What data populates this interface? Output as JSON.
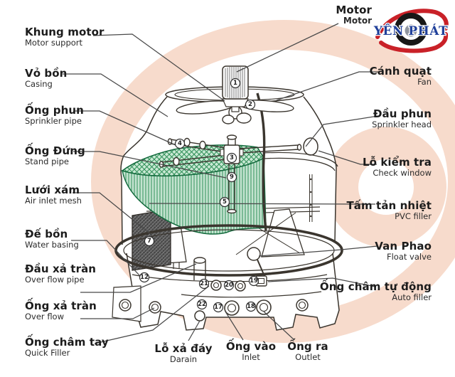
{
  "logo": {
    "text": "YÊN PHÁT",
    "blue": "#20409a",
    "red": "#c92128"
  },
  "labels": {
    "top": {
      "vi": "Motor",
      "en": "Motor"
    },
    "left": [
      {
        "vi": "Khung motor",
        "en": "Motor support"
      },
      {
        "vi": "Vỏ bồn",
        "en": "Casing"
      },
      {
        "vi": "Ống phun",
        "en": "Sprinkler pipe"
      },
      {
        "vi": "Ống Đứng",
        "en": "Stand pipe"
      },
      {
        "vi": "Lưới xám",
        "en": "Air inlet mesh"
      },
      {
        "vi": "Đế bồn",
        "en": "Water basing"
      },
      {
        "vi": "Đầu xả tràn",
        "en": "Over flow pipe"
      },
      {
        "vi": "Ống xả tràn",
        "en": "Over flow"
      },
      {
        "vi": "Ống châm tay",
        "en": "Quick Filler"
      }
    ],
    "right": [
      {
        "vi": "Cánh quạt",
        "en": "Fan"
      },
      {
        "vi": "Đầu phun",
        "en": "Sprinkler head"
      },
      {
        "vi": "Lỗ kiểm tra",
        "en": "Check window"
      },
      {
        "vi": "Tấm tản nhiệt",
        "en": "PVC filler"
      },
      {
        "vi": "Van Phao",
        "en": "Float valve"
      },
      {
        "vi": "Ống châm tự động",
        "en": "Auto filler"
      }
    ],
    "bottom": [
      {
        "vi": "Lỗ xả đáy",
        "en": "Darain"
      },
      {
        "vi": "Ống vào",
        "en": "Inlet"
      },
      {
        "vi": "Ống ra",
        "en": "Outlet"
      }
    ]
  },
  "markers": {
    "m1": "1",
    "m2": "2",
    "m3": "3",
    "m4": "4",
    "m5": "5",
    "m7": "7",
    "m9": "9",
    "m12": "12",
    "m17": "17",
    "m18": "18",
    "m19": "19",
    "m20": "20",
    "m21": "21",
    "m22": "22"
  },
  "colors": {
    "watermark": "#f7dbcc",
    "line": "#3a352e",
    "leader": "#494949",
    "filler_green": "#2f8f58",
    "filler_edge": "#156b3e",
    "mesh_dark": "#474747"
  }
}
